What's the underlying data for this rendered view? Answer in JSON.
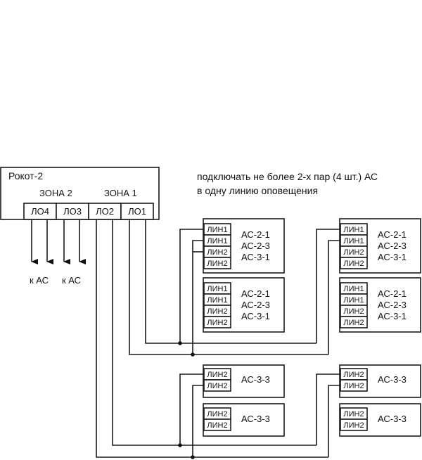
{
  "controller": {
    "title": "Рокот-2",
    "zones": [
      {
        "label": "ЗОНА 2",
        "ports": [
          "ЛО4",
          "ЛО3"
        ]
      },
      {
        "label": "ЗОНА 1",
        "ports": [
          "ЛО2",
          "ЛО1"
        ]
      }
    ],
    "outputs_label": "к АС"
  },
  "note": {
    "line1": "подключать не более 2-х пар (4 шт.)  АС",
    "line2": "в одну линию оповещения"
  },
  "speaker_groups": {
    "type_a": {
      "terminals": [
        "ЛИН1",
        "ЛИН1",
        "ЛИН2",
        "ЛИН2"
      ],
      "models": [
        "АС-2-1",
        "АС-2-3",
        "АС-3-1"
      ]
    },
    "type_b": {
      "terminals": [
        "ЛИН2",
        "ЛИН2"
      ],
      "models": [
        "АС-3-3"
      ]
    }
  },
  "connections": [
    {
      "from": "ЛО1",
      "to": "upper speaker pairs (АС-2-1/АС-2-3/АС-3-1)",
      "count": 4
    },
    {
      "from": "ЛО2",
      "to": "lower speaker pairs (АС-3-3)",
      "count": 4
    },
    {
      "from": "ЛО3",
      "to": "к АС"
    },
    {
      "from": "ЛО4",
      "to": "к АС"
    }
  ]
}
